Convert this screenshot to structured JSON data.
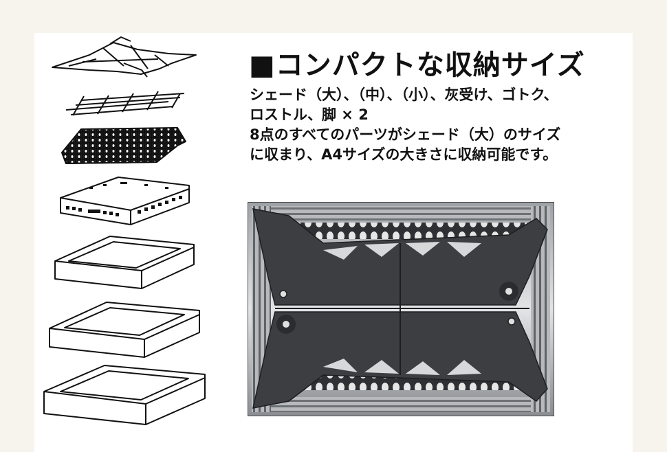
{
  "heading": {
    "title": "■コンパクトな収納サイズ"
  },
  "description": {
    "lines": [
      "シェード（大）、（中）、（小）、灰受け、ゴトク、",
      "ロストル、脚 × 2",
      "8点のすべてのパーツがシェード（大）のサイズ",
      "に収まり、A4サイズの大きさに収納可能です。"
    ]
  },
  "colors": {
    "page_bg": "#f7f4ee",
    "card_bg": "#ffffff",
    "text": "#111111",
    "metal_dark": "#3c3e42",
    "metal_light": "#c9cbcd"
  },
  "icons": [
    "trivet-legs-icon",
    "grate-icon",
    "ash-tray-icon",
    "shade-large-icon",
    "shade-medium-icon",
    "shade-small-icon"
  ]
}
